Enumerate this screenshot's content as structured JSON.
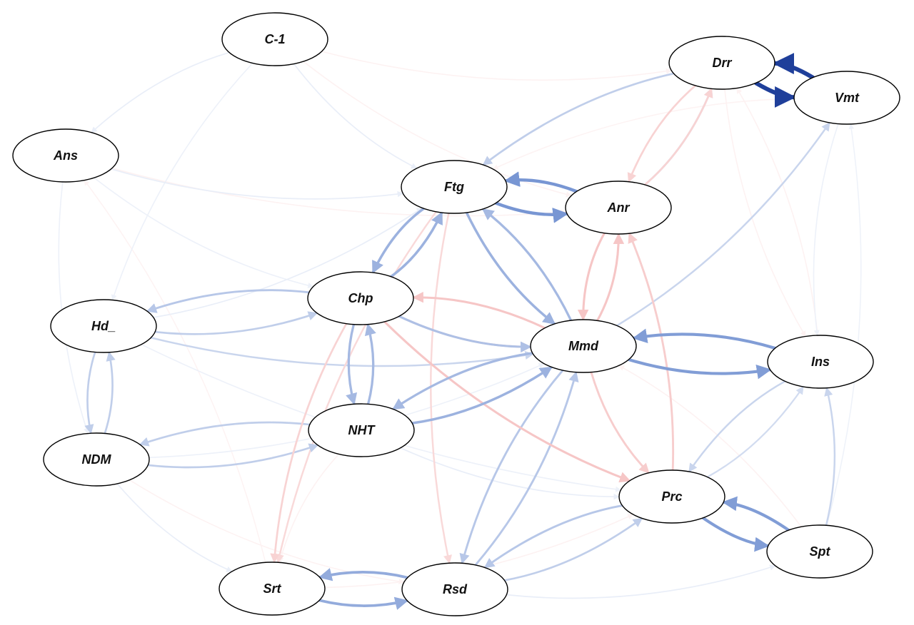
{
  "diagram": {
    "type": "directed network graph",
    "colors": {
      "positive_edge": "#6f8fd0",
      "negative_edge": "#ef9a9a",
      "strong_positive_edge": "#1f3f9a",
      "node_fill": "#ffffff",
      "node_stroke": "#000000"
    },
    "nodes": [
      {
        "id": "C-1",
        "label": "C-1"
      },
      {
        "id": "Drr",
        "label": "Drr"
      },
      {
        "id": "Vmt",
        "label": "Vmt"
      },
      {
        "id": "Ans",
        "label": "Ans"
      },
      {
        "id": "Ftg",
        "label": "Ftg"
      },
      {
        "id": "Anr",
        "label": "Anr"
      },
      {
        "id": "Chp",
        "label": "Chp"
      },
      {
        "id": "Hd_",
        "label": "Hd_"
      },
      {
        "id": "Mmd",
        "label": "Mmd"
      },
      {
        "id": "Ins",
        "label": "Ins"
      },
      {
        "id": "NHT",
        "label": "NHT"
      },
      {
        "id": "NDM",
        "label": "NDM"
      },
      {
        "id": "Prc",
        "label": "Prc"
      },
      {
        "id": "Spt",
        "label": "Spt"
      },
      {
        "id": "Srt",
        "label": "Srt"
      },
      {
        "id": "Rsd",
        "label": "Rsd"
      }
    ],
    "edges": [
      {
        "from": "Vmt",
        "to": "Drr",
        "sign": "positive",
        "strength": 1.0
      },
      {
        "from": "Drr",
        "to": "Vmt",
        "sign": "positive",
        "strength": 1.0
      },
      {
        "from": "Anr",
        "to": "Ftg",
        "sign": "positive",
        "strength": 0.75
      },
      {
        "from": "Ftg",
        "to": "Anr",
        "sign": "positive",
        "strength": 0.75
      },
      {
        "from": "Ins",
        "to": "Mmd",
        "sign": "positive",
        "strength": 0.7
      },
      {
        "from": "Mmd",
        "to": "Ins",
        "sign": "positive",
        "strength": 0.7
      },
      {
        "from": "Spt",
        "to": "Prc",
        "sign": "positive",
        "strength": 0.7
      },
      {
        "from": "Prc",
        "to": "Spt",
        "sign": "positive",
        "strength": 0.7
      },
      {
        "from": "Rsd",
        "to": "Srt",
        "sign": "positive",
        "strength": 0.6
      },
      {
        "from": "Srt",
        "to": "Rsd",
        "sign": "positive",
        "strength": 0.6
      },
      {
        "from": "Ftg",
        "to": "Chp",
        "sign": "positive",
        "strength": 0.55
      },
      {
        "from": "Chp",
        "to": "Ftg",
        "sign": "positive",
        "strength": 0.55
      },
      {
        "from": "Ftg",
        "to": "Mmd",
        "sign": "positive",
        "strength": 0.55
      },
      {
        "from": "Mmd",
        "to": "Ftg",
        "sign": "positive",
        "strength": 0.5
      },
      {
        "from": "NHT",
        "to": "Mmd",
        "sign": "positive",
        "strength": 0.55
      },
      {
        "from": "Mmd",
        "to": "NHT",
        "sign": "positive",
        "strength": 0.5
      },
      {
        "from": "Chp",
        "to": "NHT",
        "sign": "positive",
        "strength": 0.5
      },
      {
        "from": "NHT",
        "to": "Chp",
        "sign": "positive",
        "strength": 0.5
      },
      {
        "from": "Chp",
        "to": "Mmd",
        "sign": "positive",
        "strength": 0.45
      },
      {
        "from": "Chp",
        "to": "Hd_",
        "sign": "positive",
        "strength": 0.4
      },
      {
        "from": "Hd_",
        "to": "Chp",
        "sign": "positive",
        "strength": 0.35
      },
      {
        "from": "Hd_",
        "to": "NDM",
        "sign": "positive",
        "strength": 0.35
      },
      {
        "from": "NDM",
        "to": "Hd_",
        "sign": "positive",
        "strength": 0.35
      },
      {
        "from": "NHT",
        "to": "NDM",
        "sign": "positive",
        "strength": 0.35
      },
      {
        "from": "NDM",
        "to": "NHT",
        "sign": "positive",
        "strength": 0.35
      },
      {
        "from": "Rsd",
        "to": "Mmd",
        "sign": "positive",
        "strength": 0.4
      },
      {
        "from": "Mmd",
        "to": "Rsd",
        "sign": "positive",
        "strength": 0.4
      },
      {
        "from": "Prc",
        "to": "Rsd",
        "sign": "positive",
        "strength": 0.4
      },
      {
        "from": "Rsd",
        "to": "Prc",
        "sign": "positive",
        "strength": 0.35
      },
      {
        "from": "Anr",
        "to": "Drr",
        "sign": "positive",
        "strength": 0.35
      },
      {
        "from": "Drr",
        "to": "Ftg",
        "sign": "positive",
        "strength": 0.35
      },
      {
        "from": "Mmd",
        "to": "Vmt",
        "sign": "positive",
        "strength": 0.3
      },
      {
        "from": "Mmd",
        "to": "Anr",
        "sign": "positive",
        "strength": 0.3
      },
      {
        "from": "Hd_",
        "to": "Mmd",
        "sign": "positive",
        "strength": 0.3
      },
      {
        "from": "Ins",
        "to": "Prc",
        "sign": "positive",
        "strength": 0.3
      },
      {
        "from": "Spt",
        "to": "Ins",
        "sign": "positive",
        "strength": 0.3
      },
      {
        "from": "Prc",
        "to": "Ins",
        "sign": "positive",
        "strength": 0.25
      },
      {
        "from": "Mmd",
        "to": "Chp",
        "sign": "negative",
        "strength": 0.45
      },
      {
        "from": "Chp",
        "to": "Mmd",
        "sign": "negative",
        "strength": 0.4
      },
      {
        "from": "Mmd",
        "to": "Anr",
        "sign": "negative",
        "strength": 0.45
      },
      {
        "from": "Anr",
        "to": "Mmd",
        "sign": "negative",
        "strength": 0.45
      },
      {
        "from": "Chp",
        "to": "Prc",
        "sign": "negative",
        "strength": 0.45
      },
      {
        "from": "Mmd",
        "to": "Prc",
        "sign": "negative",
        "strength": 0.4
      },
      {
        "from": "Prc",
        "to": "Anr",
        "sign": "negative",
        "strength": 0.4
      },
      {
        "from": "Anr",
        "to": "Drr",
        "sign": "negative",
        "strength": 0.35
      },
      {
        "from": "Drr",
        "to": "Anr",
        "sign": "negative",
        "strength": 0.35
      },
      {
        "from": "Chp",
        "to": "Srt",
        "sign": "negative",
        "strength": 0.35
      },
      {
        "from": "Ftg",
        "to": "Srt",
        "sign": "negative",
        "strength": 0.3
      },
      {
        "from": "Ftg",
        "to": "Rsd",
        "sign": "negative",
        "strength": 0.3
      },
      {
        "from": "Chp",
        "to": "Ftg",
        "sign": "negative",
        "strength": 0.3
      },
      {
        "from": "C-1",
        "to": "Ans",
        "sign": "positive",
        "strength": 0.12
      },
      {
        "from": "Ans",
        "to": "Ftg",
        "sign": "positive",
        "strength": 0.12
      },
      {
        "from": "C-1",
        "to": "Ftg",
        "sign": "positive",
        "strength": 0.12
      },
      {
        "from": "Ans",
        "to": "Chp",
        "sign": "positive",
        "strength": 0.1
      },
      {
        "from": "C-1",
        "to": "Anr",
        "sign": "negative",
        "strength": 0.1
      },
      {
        "from": "C-1",
        "to": "Drr",
        "sign": "negative",
        "strength": 0.1
      },
      {
        "from": "Ans",
        "to": "Anr",
        "sign": "negative",
        "strength": 0.1
      },
      {
        "from": "Hd_",
        "to": "Ftg",
        "sign": "positive",
        "strength": 0.12
      },
      {
        "from": "NDM",
        "to": "Srt",
        "sign": "positive",
        "strength": 0.12
      },
      {
        "from": "NDM",
        "to": "Rsd",
        "sign": "negative",
        "strength": 0.1
      },
      {
        "from": "Ins",
        "to": "Drr",
        "sign": "negative",
        "strength": 0.1
      },
      {
        "from": "Spt",
        "to": "Mmd",
        "sign": "negative",
        "strength": 0.1
      },
      {
        "from": "Vmt",
        "to": "Ins",
        "sign": "positive",
        "strength": 0.1
      },
      {
        "from": "NHT",
        "to": "Prc",
        "sign": "positive",
        "strength": 0.12
      },
      {
        "from": "NHT",
        "to": "Srt",
        "sign": "negative",
        "strength": 0.1
      },
      {
        "from": "Ans",
        "to": "NDM",
        "sign": "positive",
        "strength": 0.1
      },
      {
        "from": "C-1",
        "to": "Hd_",
        "sign": "positive",
        "strength": 0.1
      },
      {
        "from": "Drr",
        "to": "Ins",
        "sign": "negative",
        "strength": 0.1
      },
      {
        "from": "Srt",
        "to": "Prc",
        "sign": "negative",
        "strength": 0.1
      },
      {
        "from": "Rsd",
        "to": "Spt",
        "sign": "positive",
        "strength": 0.12
      },
      {
        "from": "Srt",
        "to": "Ans",
        "sign": "negative",
        "strength": 0.08
      },
      {
        "from": "Spt",
        "to": "Vmt",
        "sign": "positive",
        "strength": 0.08
      },
      {
        "from": "Hd_",
        "to": "Prc",
        "sign": "positive",
        "strength": 0.1
      },
      {
        "from": "Vmt",
        "to": "Ftg",
        "sign": "negative",
        "strength": 0.08
      },
      {
        "from": "NDM",
        "to": "Mmd",
        "sign": "positive",
        "strength": 0.1
      }
    ]
  }
}
